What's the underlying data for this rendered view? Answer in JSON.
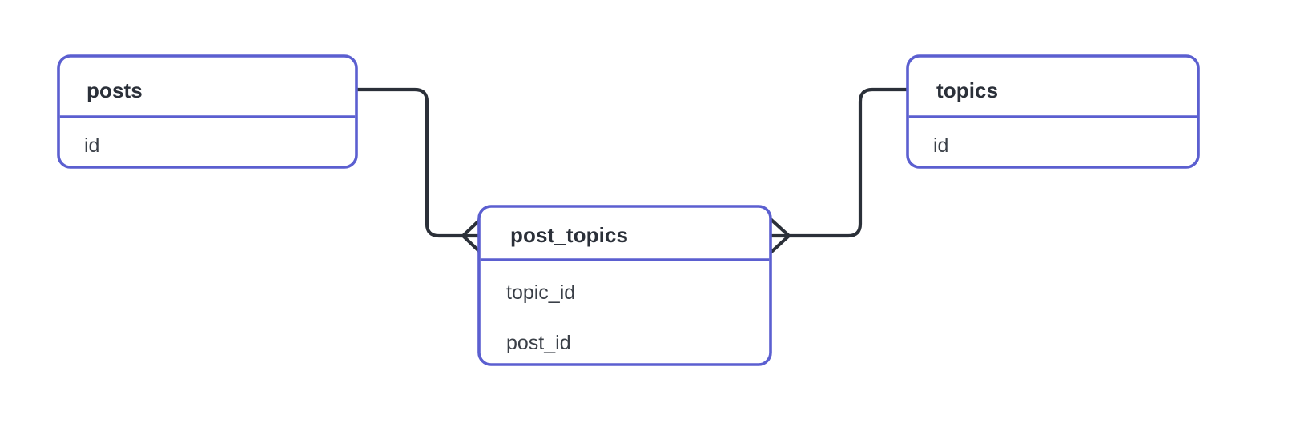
{
  "diagram": {
    "type": "entity-relationship-diagram",
    "notation": "crow's-foot",
    "background_color": "#ffffff",
    "entity_border_color": "#5b5fd0",
    "relationship_line_color": "#2b3039",
    "text_color": "#2b3039",
    "entities": [
      {
        "id": "posts",
        "name": "posts",
        "fields": [
          {
            "name": "id"
          }
        ]
      },
      {
        "id": "post_topics",
        "name": "post_topics",
        "fields": [
          {
            "name": "topic_id"
          },
          {
            "name": "post_id"
          }
        ]
      },
      {
        "id": "topics",
        "name": "topics",
        "fields": [
          {
            "name": "id"
          }
        ]
      }
    ],
    "relationships": [
      {
        "id": "posts-post_topics",
        "from": "posts",
        "to": "post_topics",
        "from_cardinality": "one",
        "to_cardinality": "many"
      },
      {
        "id": "topics-post_topics",
        "from": "topics",
        "to": "post_topics",
        "from_cardinality": "one",
        "to_cardinality": "many"
      }
    ]
  }
}
